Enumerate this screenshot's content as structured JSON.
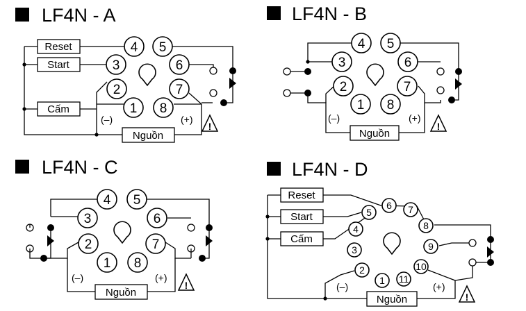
{
  "diagrams": {
    "a": {
      "title": "LF4N - A",
      "labels": {
        "reset": "Reset",
        "start": "Start",
        "inhibit": "Cấm",
        "power": "Nguồn",
        "minus": "(–)",
        "plus": "(+)"
      },
      "pins": [
        "1",
        "2",
        "3",
        "4",
        "5",
        "6",
        "7",
        "8"
      ]
    },
    "b": {
      "title": "LF4N - B",
      "labels": {
        "power": "Nguồn",
        "minus": "(–)",
        "plus": "(+)"
      },
      "pins": [
        "1",
        "2",
        "3",
        "4",
        "5",
        "6",
        "7",
        "8"
      ]
    },
    "c": {
      "title": "LF4N - C",
      "labels": {
        "power": "Nguồn",
        "minus": "(–)",
        "plus": "(+)"
      },
      "pins": [
        "1",
        "2",
        "3",
        "4",
        "5",
        "6",
        "7",
        "8"
      ]
    },
    "d": {
      "title": "LF4N - D",
      "labels": {
        "reset": "Reset",
        "start": "Start",
        "inhibit": "Cấm",
        "power": "Nguồn",
        "minus": "(–)",
        "plus": "(+)"
      },
      "pins": [
        "1",
        "2",
        "3",
        "4",
        "5",
        "6",
        "7",
        "8",
        "9",
        "10",
        "11"
      ]
    }
  },
  "warning_symbol": "!",
  "colors": {
    "ink": "#000000",
    "background": "#ffffff"
  }
}
